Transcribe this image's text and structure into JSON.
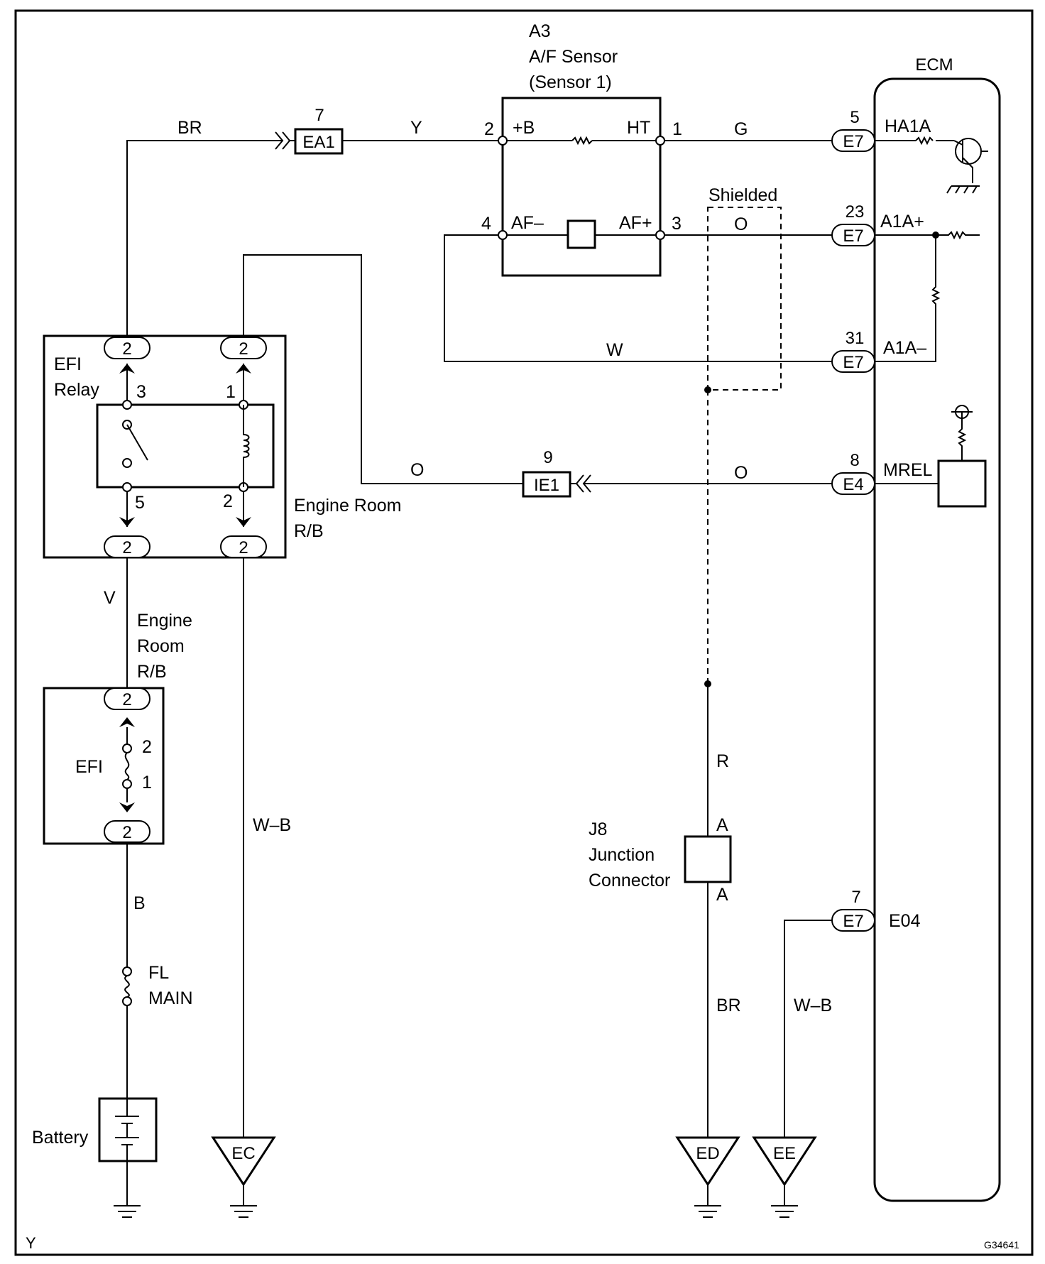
{
  "components": {
    "af_sensor": {
      "ref": "A3",
      "name": "A/F Sensor",
      "subname": "(Sensor 1)",
      "pins": {
        "pos_b": "+B",
        "ht": "HT",
        "af_minus": "AF–",
        "af_plus": "AF+"
      },
      "pin_numbers": {
        "pos_b": "2",
        "ht": "1",
        "af_minus": "4",
        "af_plus": "3"
      }
    },
    "ecm": {
      "title": "ECM",
      "terminals": {
        "ha1a": "HA1A",
        "a1a_plus": "A1A+",
        "a1a_minus": "A1A–",
        "mrel": "MREL",
        "e04": "E04"
      }
    },
    "efi_relay": {
      "label_line1": "EFI",
      "label_line2": "Relay",
      "pins": {
        "p3": "3",
        "p1": "1",
        "p5": "5",
        "p2": "2"
      }
    },
    "engine_room_rb_1": {
      "line1": "Engine Room",
      "line2": "R/B"
    },
    "engine_room_rb_2": {
      "line1": "Engine",
      "line2": "Room",
      "line3": "R/B"
    },
    "efi_fuse": {
      "label": "EFI",
      "pin_top": "2",
      "pin_bottom": "1"
    },
    "fl_main": {
      "line1": "FL",
      "line2": "MAIN"
    },
    "battery": {
      "label": "Battery"
    },
    "junction": {
      "ref": "J8",
      "line1": "Junction",
      "line2": "Connector",
      "pin_top": "A",
      "pin_bottom": "A"
    },
    "shielded": {
      "label": "Shielded"
    }
  },
  "connectors": {
    "ea1": {
      "label": "EA1",
      "pin": "7"
    },
    "ie1": {
      "label": "IE1",
      "pin": "9"
    },
    "e7_ha1a": {
      "label": "E7",
      "pin": "5"
    },
    "e7_a1a_plus": {
      "label": "E7",
      "pin": "23"
    },
    "e7_a1a_minus": {
      "label": "E7",
      "pin": "31"
    },
    "e4_mrel": {
      "label": "E4",
      "pin": "8"
    },
    "e7_e04": {
      "label": "E7",
      "pin": "7"
    },
    "rb_pin": "2"
  },
  "wires": {
    "br_top": "BR",
    "y": "Y",
    "g": "G",
    "o_shield": "O",
    "w": "W",
    "o_left": "O",
    "o_right": "O",
    "v": "V",
    "b": "B",
    "wb_left": "W–B",
    "r": "R",
    "br_bottom": "BR",
    "wb_right": "W–B"
  },
  "grounds": {
    "ec": "EC",
    "ed": "ED",
    "ee": "EE"
  },
  "footer": {
    "left": "Y",
    "right": "G34641"
  }
}
